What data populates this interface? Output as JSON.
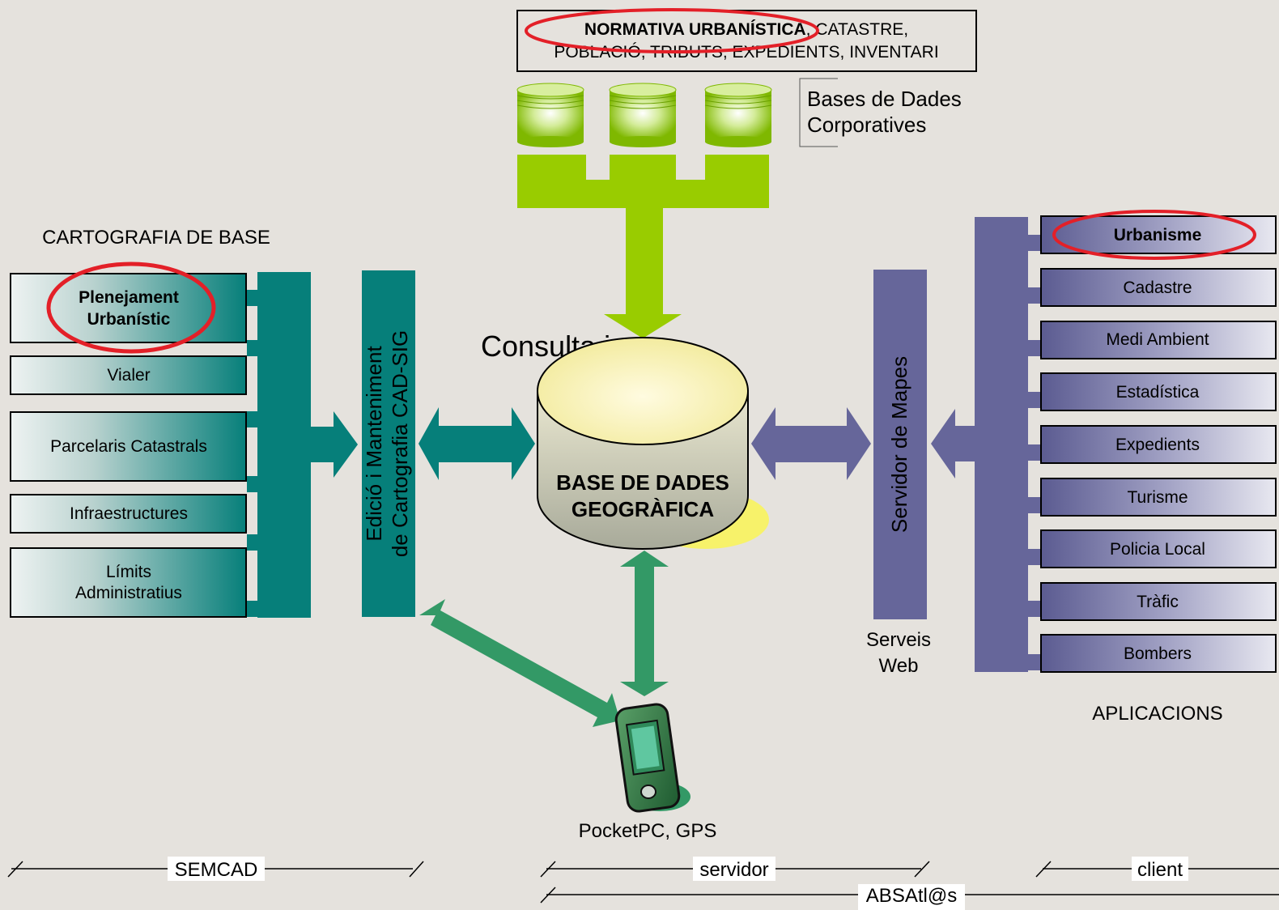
{
  "top_box": {
    "line1_bold": "NORMATIVA URBANÍSTICA",
    "line1_rest": ", CATASTRE,",
    "line2": "POBLACIÓ, TRIBUTS, EXPEDIENTS, INVENTARI"
  },
  "corporate_db": {
    "line1": "Bases de Dades",
    "line2": "Corporatives"
  },
  "base_cartography": {
    "title": "CARTOGRAFIA DE BASE",
    "items": [
      {
        "line1": "Plenejament",
        "line2": "Urbanístic",
        "bold": true
      },
      {
        "line1": "Vialer"
      },
      {
        "line1": "Parcelaris Catastrals"
      },
      {
        "line1": "Infraestructures"
      },
      {
        "line1": "Límits",
        "line2": "Administratius"
      }
    ]
  },
  "editing": {
    "line1": "Edició i Manteniment",
    "line2": "de Cartografia CAD-SIG"
  },
  "consult_text": "Consulta i",
  "central_db": {
    "line1": "BASE DE DADES",
    "line2": "GEOGRÀFICA"
  },
  "map_server": "Servidor de Mapes",
  "web_services": {
    "line1": "Serveis",
    "line2": "Web"
  },
  "applications": {
    "title": "APLICACIONS",
    "items": [
      "Urbanisme",
      "Cadastre",
      "Medi Ambient",
      "Estadística",
      "Expedients",
      "Turisme",
      "Policia Local",
      "Tràfic",
      "Bombers"
    ]
  },
  "pocket_pc": "PocketPC, GPS",
  "footer": {
    "semcad": "SEMCAD",
    "servidor": "servidor",
    "client": "client",
    "absatlas": "ABSAtl@s"
  },
  "colors": {
    "teal": "#067f7a",
    "purple": "#66669a",
    "lime": "#99cc00",
    "green_arrow": "#339966",
    "highlight_red": "#e32028"
  }
}
